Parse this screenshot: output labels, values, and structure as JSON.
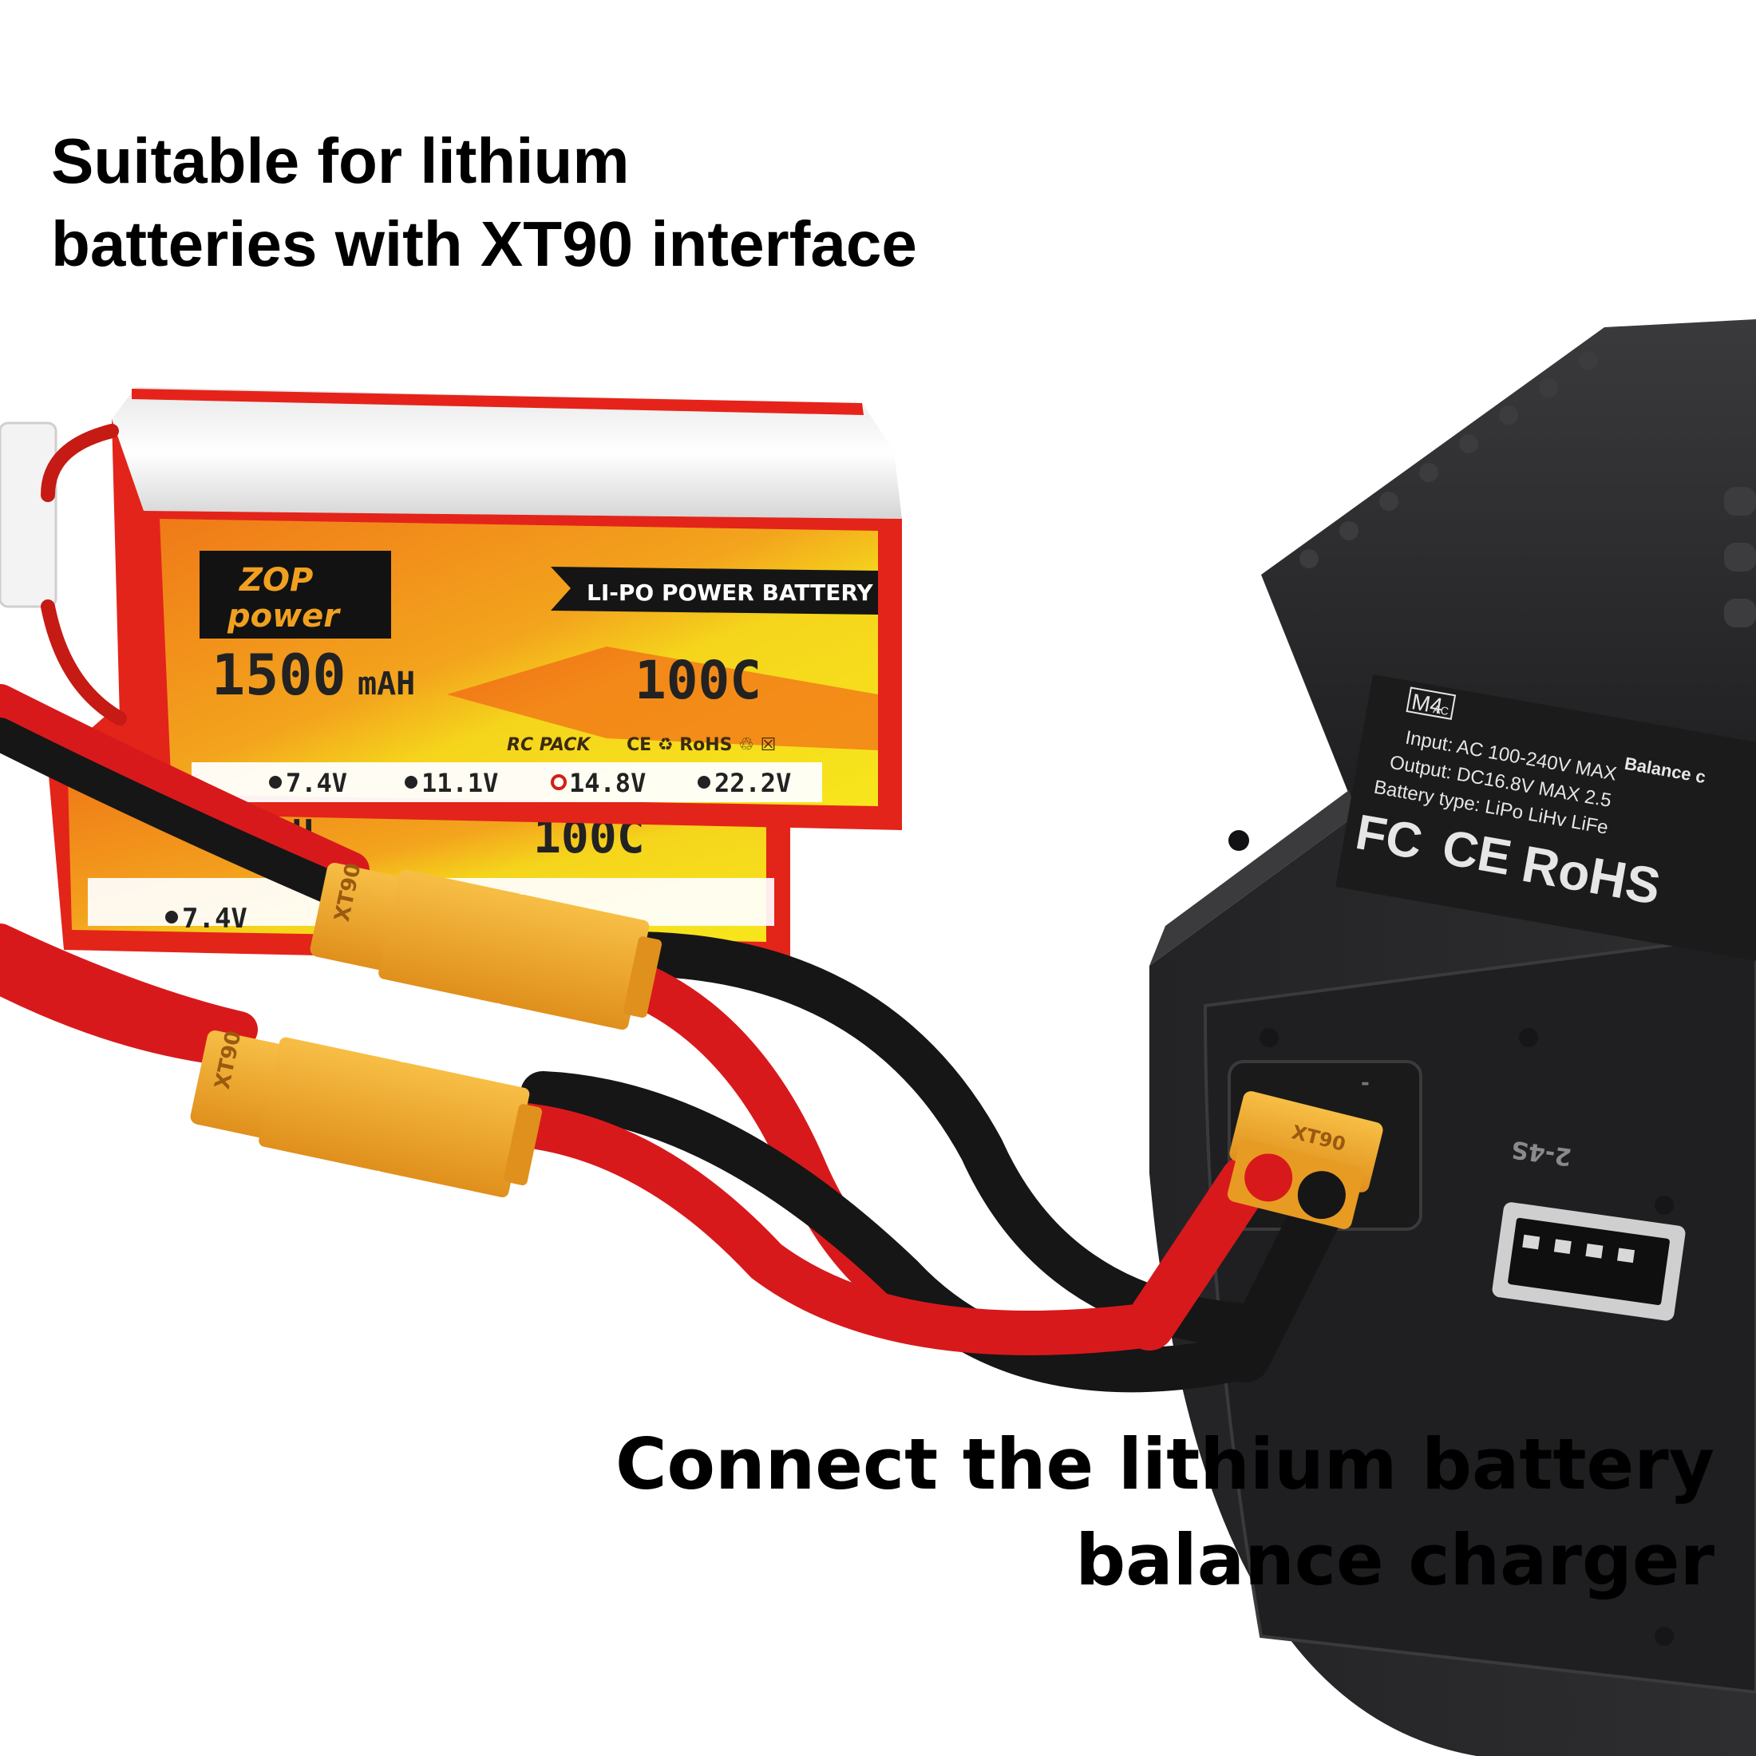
{
  "headline": {
    "line1": "Suitable for lithium",
    "line2": "batteries with XT90 interface"
  },
  "footer": {
    "line1": "Connect the lithium battery",
    "line2": "balance charger"
  },
  "battery_front": {
    "brand_line1": "ZOP",
    "brand_line2": "power",
    "type_label": "LI-PO POWER BATTERY",
    "capacity_number": "1500",
    "capacity_unit": "mAH",
    "rating": "100C",
    "pack_label": "RC PACK",
    "cert_marks": "CE ♻ RoHS ♲ ☒",
    "voltages": [
      "7.4V",
      "11.1V",
      "14.8V",
      "22.2V"
    ]
  },
  "battery_back": {
    "capacity_unit": "mAH",
    "rating": "100C",
    "voltage_first": "7.4V"
  },
  "connector_label": "XT90",
  "charger": {
    "model": "M4",
    "model_suffix": "AC",
    "plate_title": "Balance c",
    "input": "Input: AC 100-240V  MAX",
    "output": "Output: DC16.8V  MAX 2.5",
    "battery_type": "Battery type: LiPo  LiHv  LiFe",
    "cert_fc": "FC",
    "cert_ce": "CE",
    "cert_rohs": "RoHS",
    "balance_port_label": "2-4S",
    "minus_sign": "-"
  },
  "colors": {
    "wire_red": "#d8191c",
    "wire_black": "#151515",
    "connector_yellow": "#f0a72a",
    "charger_body": "#2a2a2c",
    "battery_yellow": "#f6e21a",
    "battery_orange": "#f08a1c",
    "battery_red": "#e0241a"
  }
}
